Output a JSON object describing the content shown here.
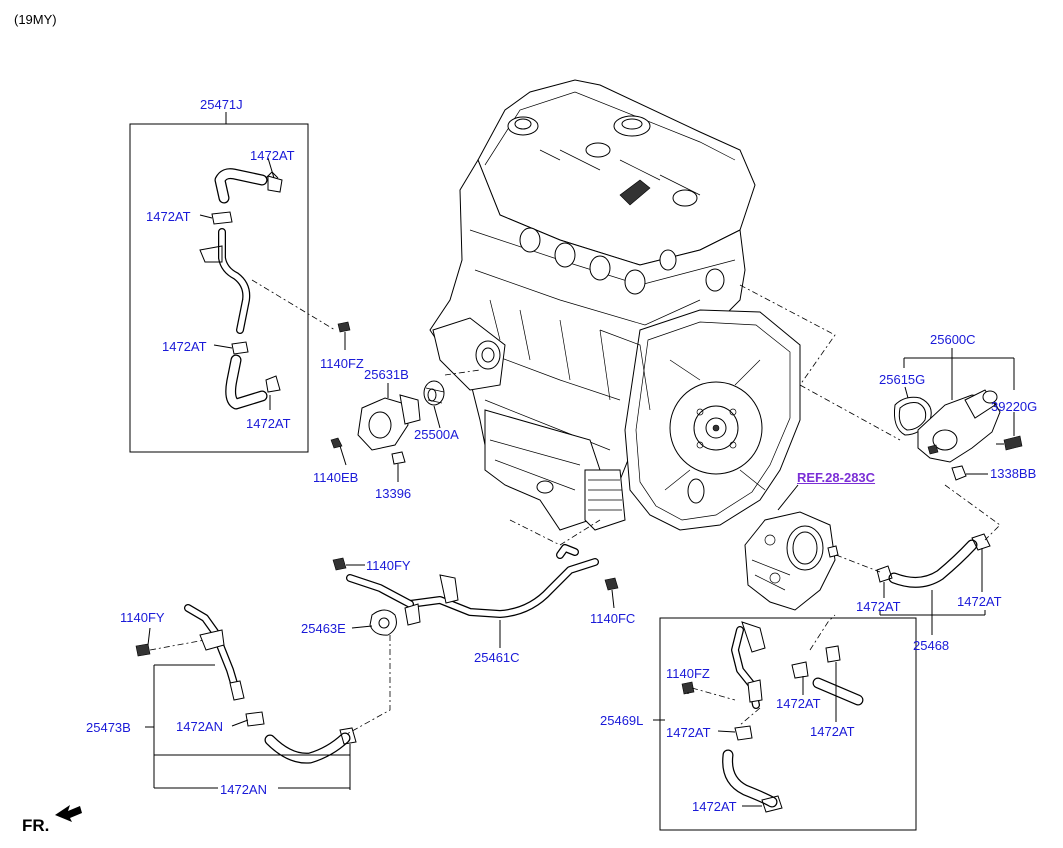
{
  "header": {
    "model_year": "(19MY)"
  },
  "footer": {
    "direction": "FR."
  },
  "reference": {
    "label": "REF.28-283C"
  },
  "callouts": {
    "p25471J": "25471J",
    "p1472AT_a": "1472AT",
    "p1472AT_b": "1472AT",
    "p1472AT_c": "1472AT",
    "p1472AT_d": "1472AT",
    "p1140FZ_a": "1140FZ",
    "p25631B": "25631B",
    "p25500A": "25500A",
    "p1140EB": "1140EB",
    "p13396": "13396",
    "p25600C": "25600C",
    "p25615G": "25615G",
    "p39220G": "39220G",
    "p1338BB": "1338BB",
    "p1140FY_a": "1140FY",
    "p1140FY_b": "1140FY",
    "p25463E": "25463E",
    "p25461C": "25461C",
    "p1140FC": "1140FC",
    "p1472AT_e": "1472AT",
    "p1472AT_f": "1472AT",
    "p25468": "25468",
    "p1140FZ_b": "1140FZ",
    "p1472AT_g": "1472AT",
    "p1472AT_h": "1472AT",
    "p25469L": "25469L",
    "p1472AT_i": "1472AT",
    "p1472AT_j": "1472AT",
    "p25473B": "25473B",
    "p1472AN_a": "1472AN",
    "p1472AN_b": "1472AN"
  },
  "colors": {
    "label": "#1a1ad8",
    "reference": "#7b2fd6",
    "line": "#000000"
  }
}
